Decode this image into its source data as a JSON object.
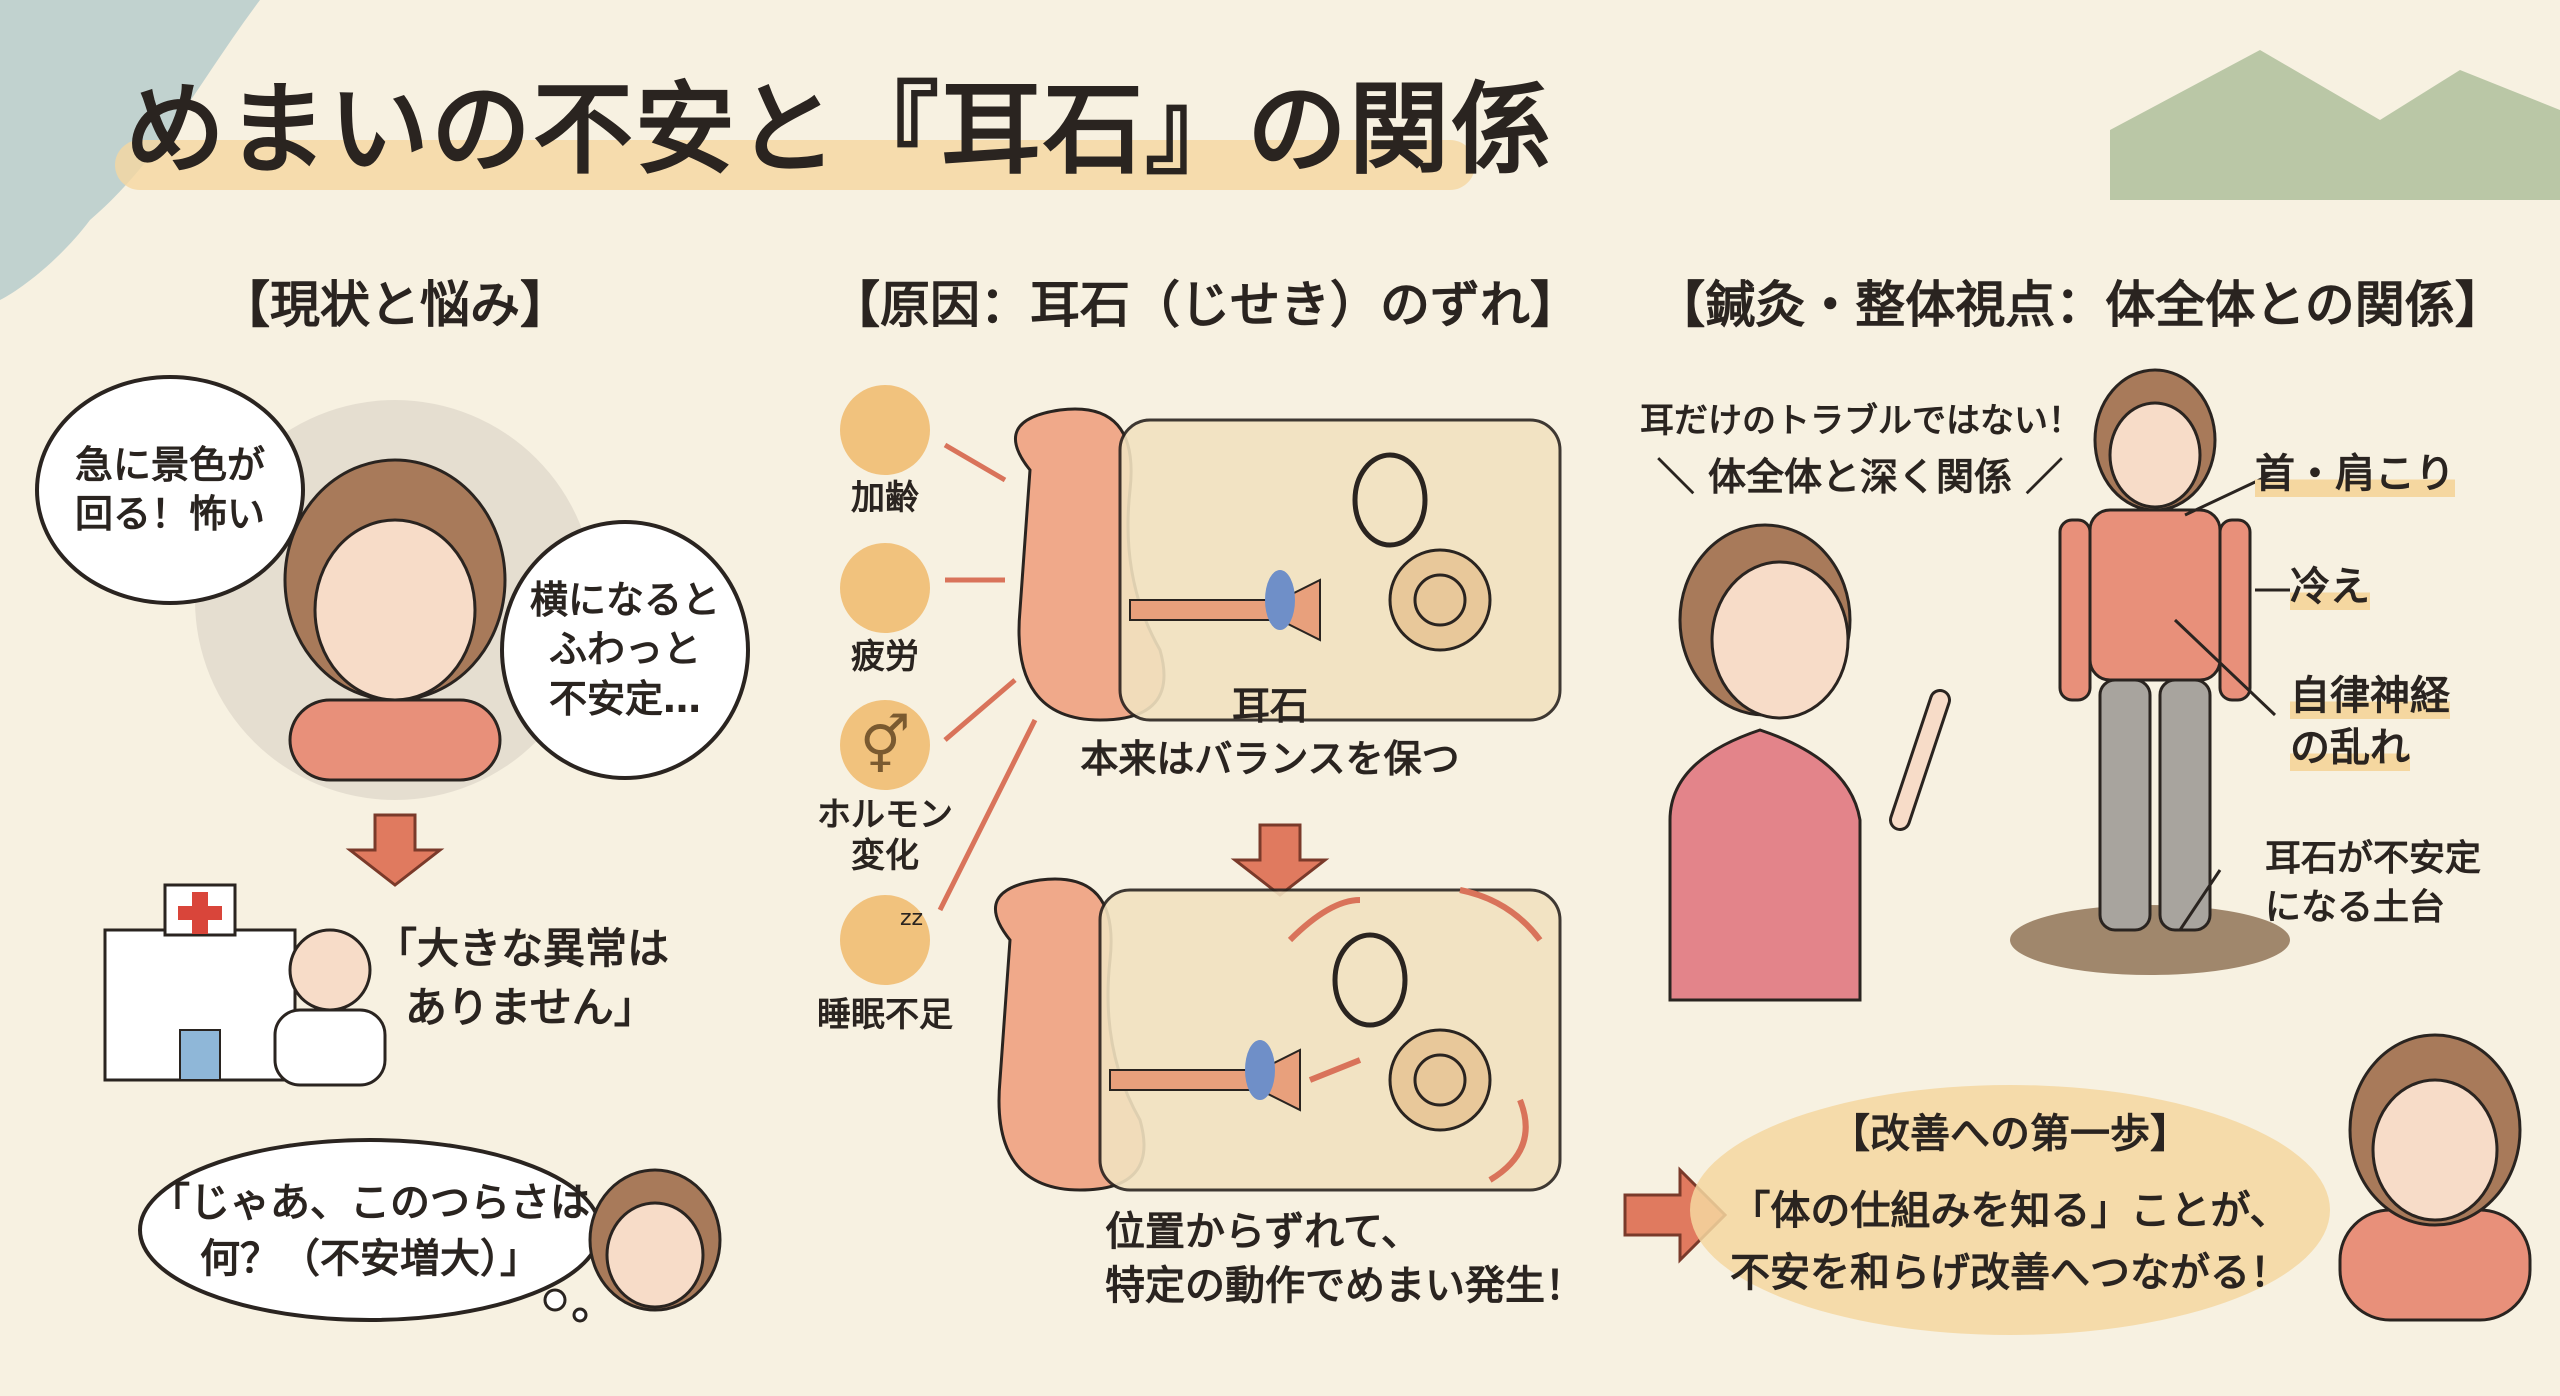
{
  "title": "めまいの不安と『耳石』の関係",
  "sections": {
    "left": {
      "heading": "【現状と悩み】",
      "bubble1": [
        "急に景色が",
        "回る！怖い"
      ],
      "bubble2": [
        "横になると",
        "ふわっと",
        "不安定…"
      ],
      "doctor_quote": [
        "「大きな異常は",
        "ありません」"
      ],
      "thought": [
        "「じゃあ、このつらさは",
        "何？（不安増大）」"
      ]
    },
    "middle": {
      "heading": "【原因：耳石（じせき）のずれ】",
      "factors": [
        {
          "label": "加齢",
          "icon": "elderly-icon"
        },
        {
          "label": "疲労",
          "icon": "fatigue-icon"
        },
        {
          "label": "ホルモン\n変化",
          "lines": [
            "ホルモン",
            "変化"
          ],
          "icon": "gender-symbol-icon"
        },
        {
          "label": "睡眠不足",
          "icon": "sleep-icon"
        }
      ],
      "ear_normal_label": [
        "耳石",
        "本来はバランスを保つ"
      ],
      "ear_displaced_label": [
        "位置からずれて、",
        "特定の動作でめまい発生！"
      ]
    },
    "right": {
      "heading": "【鍼灸・整体視点：体全体との関係】",
      "speech": [
        "耳だけのトラブルではない！",
        "＼ 体全体と深く関係 ／"
      ],
      "labels": [
        "首・肩こり",
        "冷え",
        "自律神経",
        "の乱れ",
        "耳石が不安定",
        "になる土台"
      ]
    },
    "bottom": {
      "heading": "【改善への第一歩】",
      "lines": [
        "「体の仕組みを知る」ことが、",
        "不安を和らげ改善へつながる！"
      ]
    }
  },
  "colors": {
    "background": "#f7f1e1",
    "accent": "#e07a5f",
    "highlight": "#f5d7a0",
    "shirt": "#e8907a"
  }
}
